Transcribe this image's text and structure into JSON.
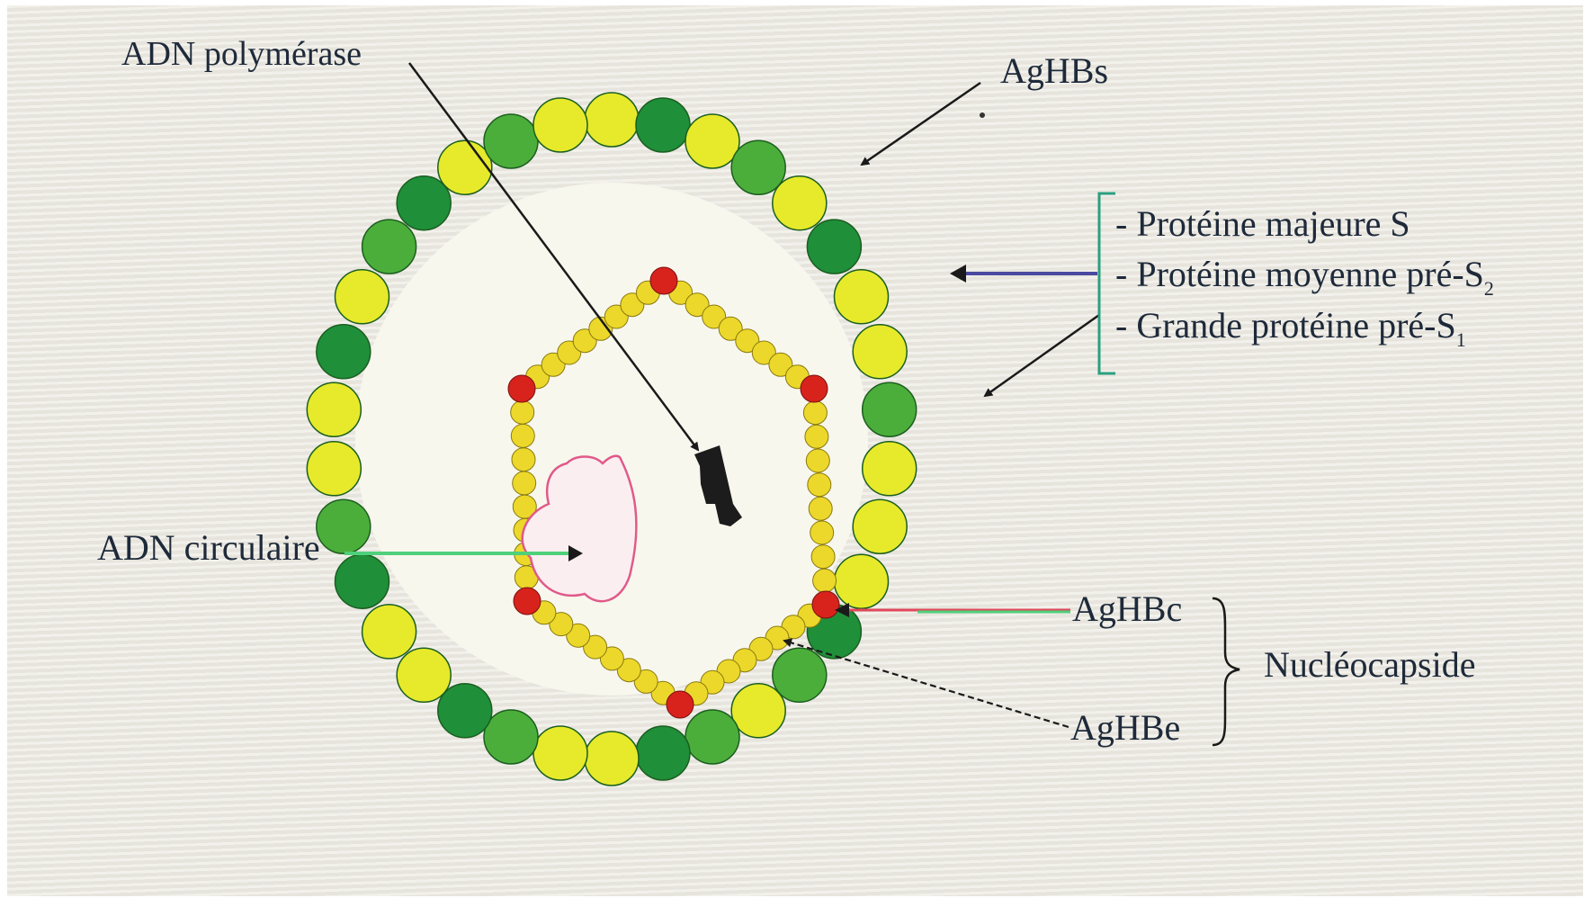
{
  "labels": {
    "polymerase": "ADN polymérase",
    "aghbs": "AgHBs",
    "proteins": [
      "- Protéine majeure S",
      "- Protéine moyenne pré-S",
      "- Grande protéine pré-S"
    ],
    "protein_subscripts": [
      "",
      "2",
      "1"
    ],
    "adn_circulaire": "ADN circulaire",
    "aghbc": "AgHBc",
    "aghbe": "AgHBe",
    "nucleocapside": "Nucléocapside"
  },
  "colors": {
    "background": "#ece9e1",
    "capsomere_dark_green": "#1f8f3a",
    "capsomere_light_green": "#4cae3a",
    "capsomere_yellow": "#e6ea2a",
    "core_bead_yellow": "#ecd82a",
    "core_vertex_red": "#d8231c",
    "dna": "#e05a8a",
    "arrow_blue": "#4a4aa0",
    "arrow_green": "#4fd07a",
    "arrow_red": "#e0485a",
    "bracket_teal": "#2aa080"
  }
}
